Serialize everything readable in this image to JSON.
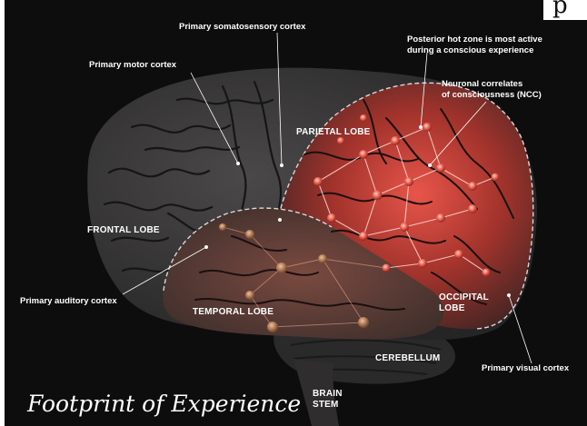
{
  "title": "Footprint of Experience",
  "corner_glyph": "p",
  "labels": {
    "somatosensory": "Primary somatosensory cortex",
    "motor": "Primary motor cortex",
    "hot_zone_1": "Posterior hot zone is most active",
    "hot_zone_2": "during a conscious experience",
    "ncc_1": "Neuronal correlates",
    "ncc_2": "of consciousness (NCC)",
    "auditory": "Primary auditory cortex",
    "visual": "Primary visual cortex"
  },
  "lobes": {
    "parietal": "PARIETAL LOBE",
    "frontal": "FRONTAL LOBE",
    "temporal": "TEMPORAL LOBE",
    "occipital_1": "OCCIPITAL",
    "occipital_2": "LOBE",
    "cerebellum": "CEREBELLUM",
    "brain_stem_1": "BRAIN",
    "brain_stem_2": "STEM"
  },
  "colors": {
    "background": "#0d0d0d",
    "brain": "#3a3838",
    "hot_zone": "#c0392b",
    "node": "#ff8a80"
  }
}
